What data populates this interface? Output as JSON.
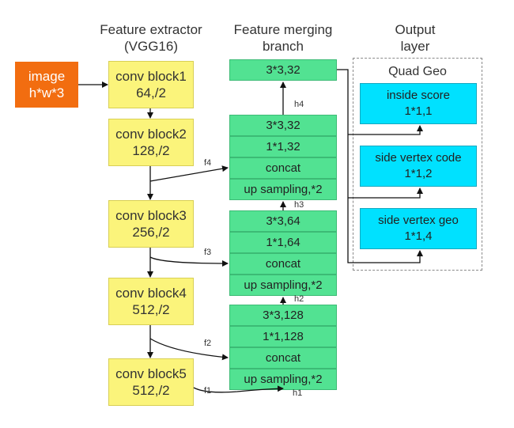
{
  "headers": {
    "feature_extractor": [
      "Feature extractor",
      "(VGG16)"
    ],
    "feature_merging": [
      "Feature merging",
      "branch"
    ],
    "output_layer": [
      "Output",
      "layer"
    ]
  },
  "input": {
    "line1": "image",
    "line2": "h*w*3"
  },
  "conv_blocks": [
    {
      "name": "conv block1",
      "spec": "64,/2"
    },
    {
      "name": "conv block2",
      "spec": "128,/2"
    },
    {
      "name": "conv block3",
      "spec": "256,/2"
    },
    {
      "name": "conv block4",
      "spec": "512,/2"
    },
    {
      "name": "conv block5",
      "spec": "512,/2"
    }
  ],
  "merge": {
    "top": "3*3,32",
    "group1": [
      "3*3,32",
      "1*1,32",
      "concat",
      "up sampling,*2"
    ],
    "group2": [
      "3*3,64",
      "1*1,64",
      "concat",
      "up sampling,*2"
    ],
    "group3": [
      "3*3,128",
      "1*1,128",
      "concat",
      "up sampling,*2"
    ]
  },
  "output": {
    "title": "Quad Geo",
    "boxes": [
      {
        "name": "inside score",
        "spec": "1*1,1"
      },
      {
        "name": "side vertex code",
        "spec": "1*1,2"
      },
      {
        "name": "side vertex geo",
        "spec": "1*1,4"
      }
    ]
  },
  "feature_labels": [
    "f1",
    "f2",
    "f3",
    "f4"
  ],
  "hidden_labels": [
    "h1",
    "h2",
    "h3",
    "h4"
  ],
  "colors": {
    "input": "#f26d10",
    "conv": "#fbf47b",
    "merge": "#52e292",
    "output": "#00e1ff"
  }
}
